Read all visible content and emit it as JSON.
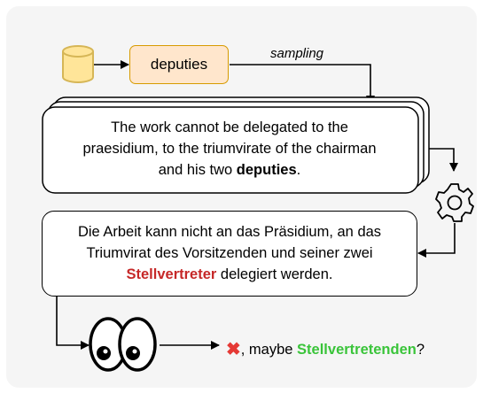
{
  "pipeline": {
    "source_box_label": "deputies",
    "arrow_label": "sampling"
  },
  "english": {
    "line1": "The work cannot be delegated to the",
    "line2": "praesidium, to the triumvirate of the chairman",
    "line3_before": "and his two ",
    "line3_bold": "deputies",
    "line3_after": "."
  },
  "german": {
    "line1": "Die Arbeit kann nicht an das Präsidium, an das",
    "line2": "Triumvirat des Vorsitzenden und seiner zwei",
    "line3_highlight": "Stellvertreter",
    "line3_after": " delegiert werden."
  },
  "verdict": {
    "mark": "✖",
    "prefix": ", maybe ",
    "suggestion": "Stellvertretenden",
    "suffix": "?"
  },
  "colors": {
    "panel": "#f5f5f5",
    "source_box_fill": "#ffe6cc",
    "source_box_border": "#d79b00",
    "database_fill": "#ffe599",
    "database_border": "#d6b656",
    "error_word": "#c62828",
    "suggestion_word": "#3ac43a",
    "cross_mark": "#e53935"
  },
  "icons": [
    "database-icon",
    "gear-icon",
    "eyes-icon",
    "cross-icon"
  ]
}
